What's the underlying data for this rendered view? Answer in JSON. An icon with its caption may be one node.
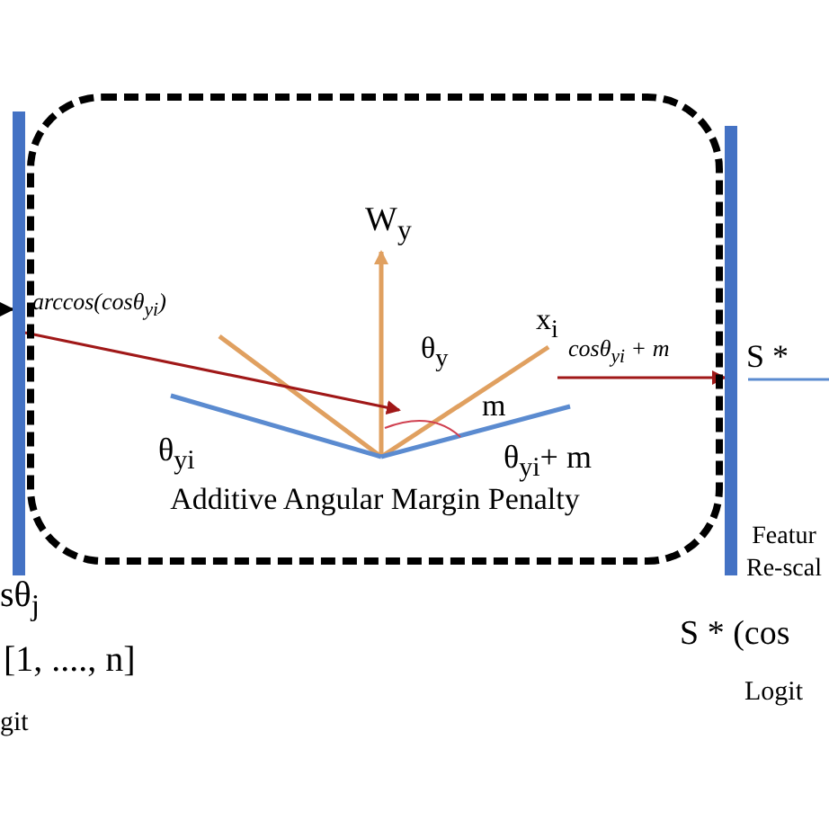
{
  "diagram": {
    "nodes": [
      {
        "text": [
          "Additive Angular Margin Penalty"
        ]
      },
      {
        "text": [],
        "shape": "bar"
      },
      {
        "text": [],
        "shape": "bar",
        "beside": [
          "Featur Re-scal"
        ]
      }
    ],
    "edges": [
      {
        "from": null,
        "to": 1,
        "arrow": "to",
        "color": "#000000"
      },
      {
        "from": 1,
        "to": 0,
        "arrow": "to",
        "label": "arccos(cosθ$_{yi}$)",
        "color": "#a01818"
      },
      {
        "from": 0,
        "to": 2,
        "arrow": "to",
        "label": "cosθ$_{yi}$ + m",
        "color": "#a01818"
      }
    ],
    "labels": [
      "W$_{y}$",
      "x$_{i}$",
      "θ$_{y}$",
      "m",
      "θ$_{yi}$",
      "θ$_{yi}$+ m",
      "S *",
      "sθ$_{j}$",
      "[1, ...., n]",
      "git",
      "S  * (cos",
      "Logit"
    ]
  }
}
